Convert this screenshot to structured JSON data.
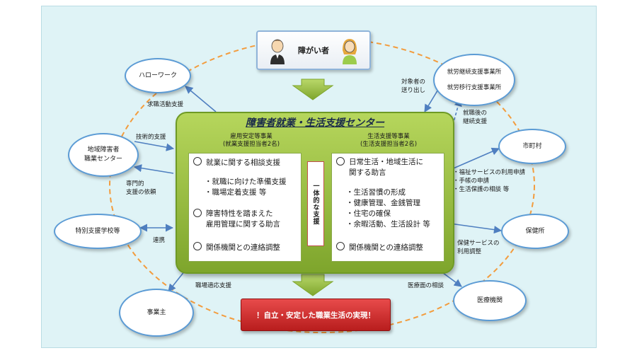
{
  "top_box": {
    "label": "障がい者"
  },
  "center": {
    "title": "障害者就業・生活支援センター",
    "left_panel": {
      "heading1": "雇用安定等事業",
      "heading2": "(就業支援担当者2名)",
      "items": [
        "就業に関する相談支援",
        "・就職に向けた準備支援\n・職場定着支援 等",
        "障害特性を踏まえた\n雇用管理に関する助言",
        "関係機関との連絡調整"
      ]
    },
    "right_panel": {
      "heading1": "生活支援等事業",
      "heading2": "(生活支援担当者2名)",
      "items": [
        "日常生活・地域生活に\n関する助言",
        "・生活習慣の形成\n・健康管理、金銭管理\n・住宅の確保\n・余暇活動、生活設計 等",
        "関係機関との連絡調整"
      ]
    },
    "integrated_label": "一体的な支援"
  },
  "goal": {
    "label": "！自立・安定した職業生活の実現！"
  },
  "nodes": {
    "hellowork": "ハローワーク",
    "regional_center": "地域障害者\n職業センター",
    "special_school": "特別支援学校等",
    "employer": "事業主",
    "workplaces": "就労継続支援事業所\n\n就労移行支援事業所",
    "municipality": "市町村",
    "health_center": "保健所",
    "medical": "医療機関"
  },
  "connector_labels": {
    "job_search": "求職活動支援",
    "technical": "技術的支援",
    "specialist": "専門的\n支援の依頼",
    "coordination": "連携",
    "workplace_adapt": "職場適応支援",
    "referral": "対象者の\n送り出し",
    "post_employment": "就職後の\n継続支援",
    "municipal_services": "・福祉サービスの利用申請\n・手帳の申請\n・生活保護の相談    等",
    "health_services": "保健サービスの\n利用調整",
    "medical_consult": "医療面の相談"
  },
  "colors": {
    "frame": "#dff3f6",
    "dashed_ring": "#f39c3d",
    "center_green": "#9bc13f",
    "node_border": "#5b9bd5",
    "arrow_blue": "#4f7fc0",
    "goal_red": "#c62828"
  }
}
